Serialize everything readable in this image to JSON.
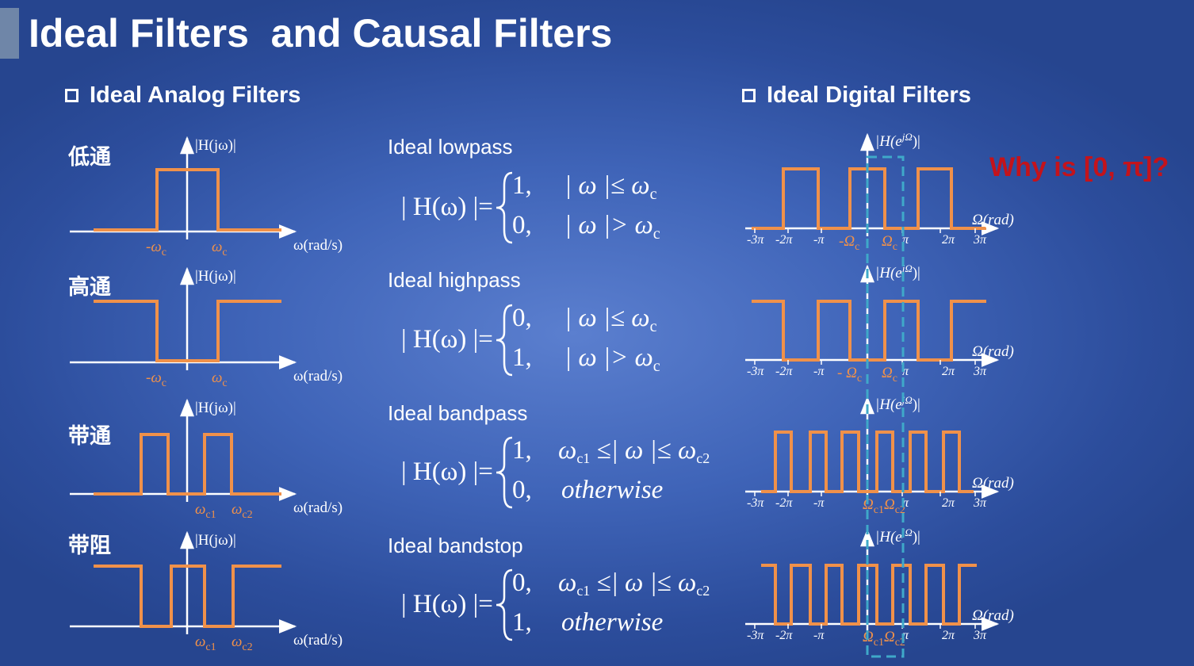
{
  "header": {
    "title": "Ideal Filters  and Causal Filters"
  },
  "sections": {
    "analog": "Ideal Analog Filters",
    "digital": "Ideal Digital Filters"
  },
  "question": "Why is [0, π]?",
  "colors": {
    "signal": "#f0914a",
    "dashed_box": "#3fa9c9",
    "question": "#c4131b"
  },
  "analog_filters": [
    {
      "cn": "低通",
      "name": "Ideal lowpass",
      "ylabel": "|H(jω)|",
      "xlabel": "ω(rad/s)",
      "marks": [
        "-ω",
        "ω"
      ],
      "mark_subs": [
        "c",
        "c"
      ]
    },
    {
      "cn": "高通",
      "name": "Ideal highpass",
      "ylabel": "|H(jω)|",
      "xlabel": "ω(rad/s)",
      "marks": [
        "-ω",
        "ω"
      ],
      "mark_subs": [
        "c",
        "c"
      ]
    },
    {
      "cn": "带通",
      "name": "Ideal bandpass",
      "ylabel": "|H(jω)|",
      "xlabel": "ω(rad/s)",
      "marks": [
        "ω",
        "ω"
      ],
      "mark_subs": [
        "c1",
        "c2"
      ]
    },
    {
      "cn": "带阻",
      "name": "Ideal bandstop",
      "ylabel": "|H(jω)|",
      "xlabel": "ω(rad/s)",
      "marks": [
        "ω",
        "ω"
      ],
      "mark_subs": [
        "c1",
        "c2"
      ]
    }
  ],
  "equations": [
    {
      "lhs": "| H(ω) |=",
      "rows": [
        {
          "val": "1,",
          "cond": "| ω |≤ ω",
          "sub": "c"
        },
        {
          "val": "0,",
          "cond": "| ω |> ω",
          "sub": "c"
        }
      ]
    },
    {
      "lhs": "| H(ω) |=",
      "rows": [
        {
          "val": "0,",
          "cond": "| ω |≤ ω",
          "sub": "c"
        },
        {
          "val": "1,",
          "cond": "| ω |> ω",
          "sub": "c"
        }
      ]
    },
    {
      "lhs": "| H(ω) |=",
      "rows": [
        {
          "val": "1,",
          "cond": "ω",
          "csub": "c1",
          "cond2": " ≤| ω |≤ ω",
          "sub": "c2"
        },
        {
          "val": "0,",
          "cond": "otherwise",
          "sub": ""
        }
      ]
    },
    {
      "lhs": "| H(ω) |=",
      "rows": [
        {
          "val": "0,",
          "cond": "ω",
          "csub": "c1",
          "cond2": " ≤| ω |≤ ω",
          "sub": "c2"
        },
        {
          "val": "1,",
          "cond": "otherwise",
          "sub": ""
        }
      ]
    }
  ],
  "digital_axis": {
    "ylabel_main": "|H(e",
    "ylabel_sup": "jΩ",
    "ylabel_end": ")|",
    "xlabel": "Ω(rad)",
    "ticks": [
      "-3π",
      "-2π",
      "-π",
      "π",
      "2π",
      "3π"
    ]
  },
  "digital_marks": [
    {
      "left": "-Ω",
      "left_sub": "c",
      "right": "Ω",
      "right_sub": "c"
    },
    {
      "left": "- Ω",
      "left_sub": "c",
      "right": "Ω",
      "right_sub": "c"
    },
    {
      "left": "Ω",
      "left_sub": "c1",
      "right": "Ω",
      "right_sub": "c2"
    },
    {
      "left": "Ω",
      "left_sub": "c1",
      "right": "Ω",
      "right_sub": "c2"
    }
  ]
}
